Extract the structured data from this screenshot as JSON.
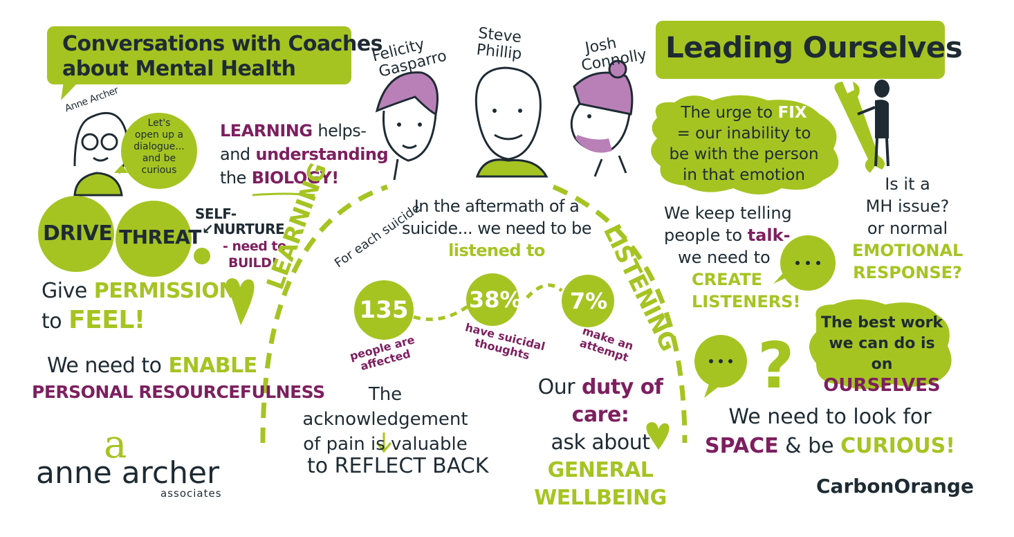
{
  "colors": {
    "lime": "#a5c422",
    "navy": "#1e2b33",
    "plum": "#7d1f5f",
    "mauve": "#b980b8"
  },
  "header": {
    "title_line1": "Conversations with Coaches",
    "title_line2": "about Mental Health",
    "right_title": "Leading Ourselves"
  },
  "presenter": {
    "name": "Anne Archer",
    "speech": [
      "Let's",
      "open up a",
      "dialogue...",
      "and be",
      "curious"
    ]
  },
  "panelists": [
    {
      "first": "Felicity",
      "last": "Gasparro"
    },
    {
      "first": "Steve",
      "last": "Phillip"
    },
    {
      "first": "Josh",
      "last": "Connolly"
    }
  ],
  "left": {
    "learning_line1_a": "LEARNING",
    "learning_line1_b": "helps-",
    "learning_line2_a": "and",
    "learning_line2_b": "understanding",
    "learning_line3_a": "the",
    "learning_line3_b": "BIOLOGY!",
    "drive": "DRIVE",
    "threat": "THREAT",
    "self": "SELF-",
    "nurture": "NURTURE",
    "need_to": "- need to",
    "build": "BUILD!",
    "give": "Give",
    "permission": "PERMISSION",
    "to": "to",
    "feel": "FEEL!",
    "enable_a": "We need to",
    "enable_b": "ENABLE",
    "resourcefulness": "PERSONAL RESOURCEFULNESS"
  },
  "center": {
    "aftermath_1": "In the aftermath of a",
    "aftermath_2": "suicide... we need to be",
    "aftermath_3": "listened to",
    "arc_left": "LEARNING",
    "arc_right": "LISTENING",
    "for_each": "For each suicide",
    "stat1_value": "135",
    "stat1_label_1": "people are",
    "stat1_label_2": "affected",
    "stat2_value": "38%",
    "stat2_label_1": "have suicidal",
    "stat2_label_2": "thoughts",
    "stat3_value": "7%",
    "stat3_label_1": "make an",
    "stat3_label_2": "attempt",
    "ack_1": "The acknowledgement",
    "ack_2": "of pain is valuable",
    "reflect": "to REFLECT BACK",
    "duty_a": "Our",
    "duty_b": "duty of care:",
    "duty_2": "ask about",
    "general": "GENERAL",
    "wellbeing": "WELLBEING"
  },
  "right": {
    "urge_a": "The urge to",
    "fix": "FIX",
    "urge_2": "= our inability to",
    "urge_3": "be with the person",
    "urge_4": "in that emotion",
    "keep_1": "We keep telling",
    "keep_2a": "people to",
    "keep_2b": "talk-",
    "keep_3": "we need to",
    "create": "CREATE",
    "listeners": "LISTENERS!",
    "mh_1": "Is it a",
    "mh_2": "MH issue?",
    "mh_3": "or normal",
    "emotional": "EMOTIONAL",
    "response": "RESPONSE?",
    "best_1": "The best work",
    "best_2": "we can do is on",
    "ourselves": "OURSELVES",
    "look_1": "We need to look for",
    "space": "SPACE",
    "and_be": "& be",
    "curious": "CURIOUS!"
  },
  "logos": {
    "anne_logo_mark": "a",
    "anne_name": "anne archer",
    "anne_sub": "associates",
    "carbon": "CarbonOrange"
  }
}
